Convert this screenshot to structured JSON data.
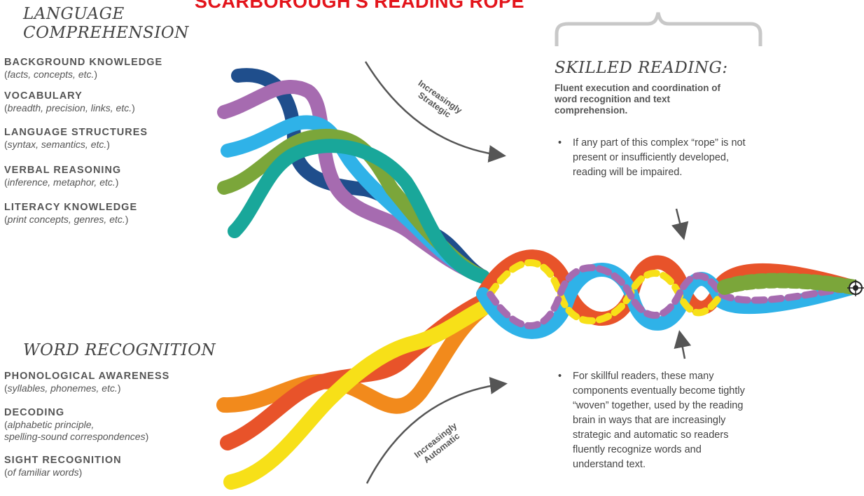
{
  "title": "SCARBOROUGH'S READING ROPE",
  "language_comprehension": {
    "heading_line1": "LANGUAGE",
    "heading_line2": "COMPREHENSION",
    "items": [
      {
        "name": "BACKGROUND KNOWLEDGE",
        "detail": "facts, concepts, etc."
      },
      {
        "name": "VOCABULARY",
        "detail": "breadth, precision, links, etc."
      },
      {
        "name": "LANGUAGE STRUCTURES",
        "detail": "syntax, semantics, etc."
      },
      {
        "name": "VERBAL REASONING",
        "detail": "inference, metaphor, etc."
      },
      {
        "name": "LITERACY KNOWLEDGE",
        "detail": "print concepts, genres, etc."
      }
    ]
  },
  "word_recognition": {
    "heading": "WORD RECOGNITION",
    "items": [
      {
        "name": "PHONOLOGICAL AWARENESS",
        "detail": "syllables, phonemes, etc."
      },
      {
        "name": "DECODING",
        "detail_line1": "alphabetic principle,",
        "detail_line2": "spelling-sound correspondences"
      },
      {
        "name": "SIGHT RECOGNITION",
        "detail": "of familiar words"
      }
    ]
  },
  "skilled_reading": {
    "heading": "SKILLED READING:",
    "subtitle": "Fluent execution and coordination of word recognition and text comprehension.",
    "bullet_1": "If any part of this complex “rope” is not present or insufficiently developed, reading will be impaired.",
    "bullet_2": "For skillful readers, these many components eventually become tightly “woven” together, used by the reading brain in ways that are increasingly strategic and automatic so readers fluently recognize words and understand text.",
    "bullet_symbol": "•"
  },
  "labels": {
    "strategic_line1": "Increasingly",
    "strategic_line2": "Strategic",
    "automatic_line1": "Increasingly",
    "automatic_line2": "Automatic"
  },
  "colors": {
    "title": "#e3141b",
    "strand_background_knowledge": "#1f4e8c",
    "strand_vocabulary": "#a66bb0",
    "strand_language_structures": "#2fb2e8",
    "strand_verbal_reasoning": "#7ba63a",
    "strand_literacy_knowledge": "#19a79a",
    "strand_phonological": "#f28a1c",
    "strand_decoding": "#e8532a",
    "strand_sight": "#f7e018"
  }
}
